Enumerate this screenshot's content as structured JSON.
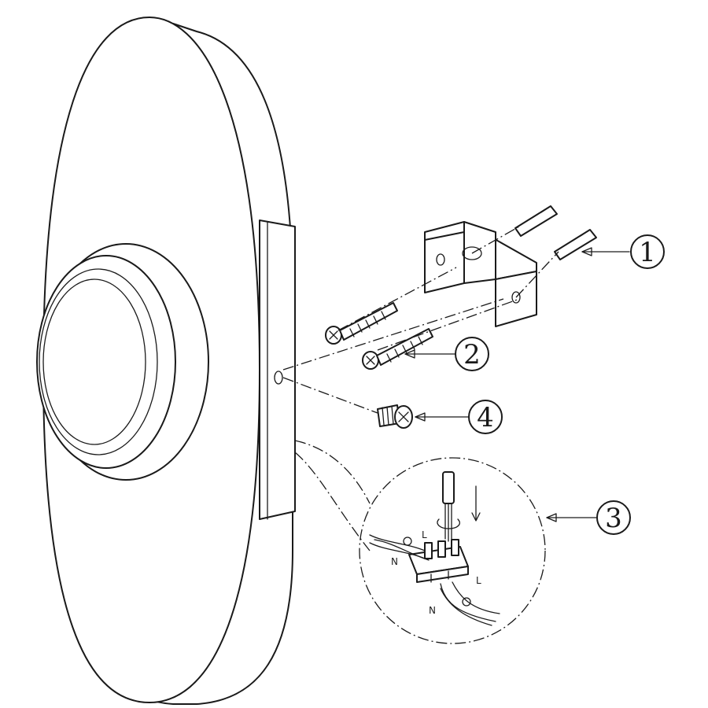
{
  "callouts": [
    {
      "id": "1",
      "label": "1"
    },
    {
      "id": "2",
      "label": "2"
    },
    {
      "id": "3",
      "label": "3"
    },
    {
      "id": "4",
      "label": "4"
    }
  ],
  "wiring": {
    "live_top": "L",
    "neutral_top": "N",
    "live_bottom": "L",
    "neutral_bottom": "N"
  },
  "icons": [
    "screwdriver-icon",
    "earth-ground-symbol",
    "arrow-down-icon",
    "rotate-icon"
  ]
}
